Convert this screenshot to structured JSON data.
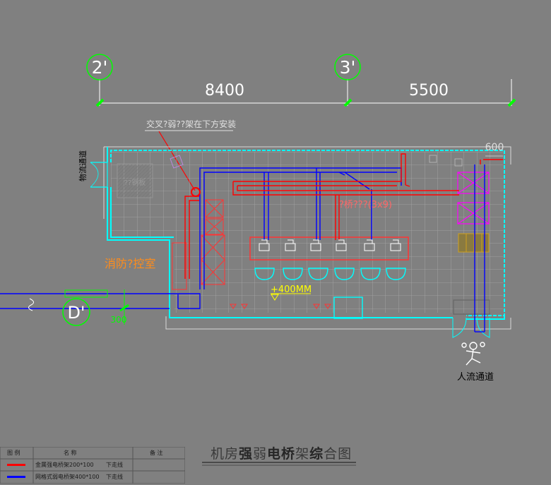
{
  "axes": [
    {
      "label": "2'"
    },
    {
      "label": "3'"
    }
  ],
  "dimensions": {
    "span_1": "8400",
    "span_2": "5500",
    "corner": "600",
    "small": "300"
  },
  "annotations": {
    "cross_note": "交叉?弱??架在下方安装",
    "logistics_channel": "物流通道",
    "fire_control": "消防?控室",
    "tray_size": "?桥???(3x9)",
    "elevation": "+400MM",
    "people_channel": "人流通道",
    "axis_d": "D'",
    "hatch_label": "??钢板"
  },
  "legend": {
    "header": {
      "symbol": "图 例",
      "name": "名 称",
      "note": "备 注"
    },
    "rows": [
      {
        "color": "#ff0000",
        "name": "金属强电桥架200*100",
        "note": "下走线"
      },
      {
        "color": "#0000ff",
        "name": "网格式弱电桥架400*100",
        "note": "下走线"
      }
    ]
  },
  "title": {
    "p1": "机房",
    "p2": "强",
    "p3": "弱",
    "p4": "电桥",
    "p5": "架",
    "p6": "综",
    "p7": "合图"
  },
  "colors": {
    "background": "#808080",
    "wall": "#00ffff",
    "strong_tray": "#ff0000",
    "weak_tray": "#0000ff",
    "dimension": "#00ff00",
    "grid": "#a9a9a9",
    "elevation": "#ffff00",
    "equipment": "#ff00ff",
    "orange_text": "#ff8c1a"
  }
}
